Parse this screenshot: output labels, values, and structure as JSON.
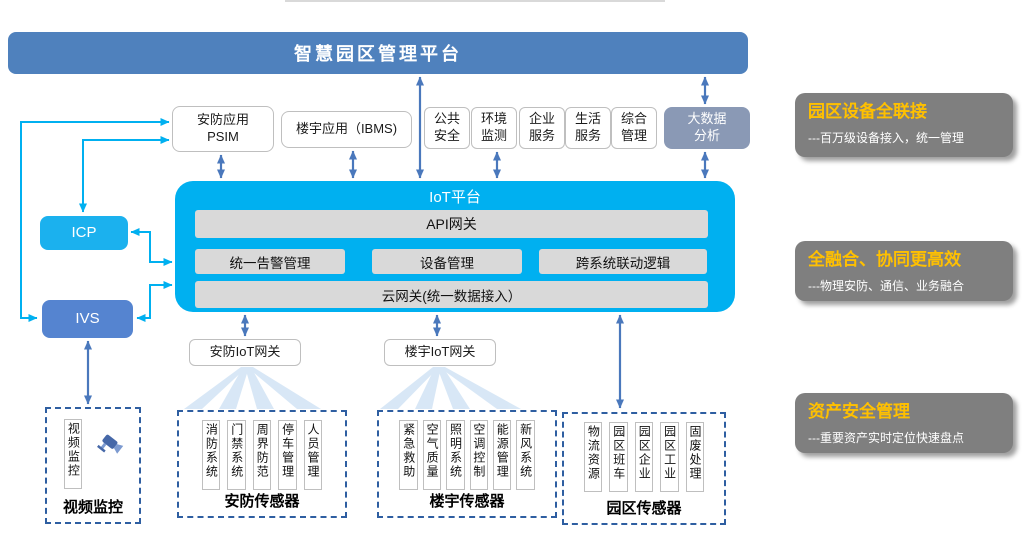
{
  "banner": {
    "title": "智慧园区管理平台"
  },
  "top_apps": {
    "psim": "安防应用\nPSIM",
    "ibms": "楼宇应用（IBMS)",
    "small": [
      "公共\n安全",
      "环境\n监测",
      "企业\n服务",
      "生活\n服务",
      "综合\n管理"
    ],
    "bigdata": "大数据\n分析"
  },
  "left_nodes": {
    "icp": "ICP",
    "ivs": "IVS"
  },
  "iot": {
    "title": "IoT平台",
    "api_gateway": "API网关",
    "modules": [
      "统一告警管理",
      "设备管理",
      "跨系统联动逻辑"
    ],
    "cloud_gateway": "云网关(统一数据接入）"
  },
  "gateways": {
    "security": "安防IoT网关",
    "building": "楼宇IoT网关"
  },
  "sensor_groups": [
    {
      "label": "视频监控",
      "items": [
        "视频监控"
      ]
    },
    {
      "label": "安防传感器",
      "items": [
        "消防系统",
        "门禁系统",
        "周界防范",
        "停车管理",
        "人员管理"
      ]
    },
    {
      "label": "楼宇传感器",
      "items": [
        "紧急救助",
        "空气质量",
        "照明系统",
        "空调控制",
        "能源管理",
        "新风系统"
      ]
    },
    {
      "label": "园区传感器",
      "items": [
        "物流资源",
        "园区班车",
        "园区企业",
        "园区工业",
        "固废处理"
      ]
    }
  ],
  "right_panels": [
    {
      "title": "园区设备全联接",
      "desc": "---百万级设备接入，统一管理"
    },
    {
      "title": "全融合、协同更高效",
      "desc": "---物理安防、通信、业务融合"
    },
    {
      "title": "资产安全管理",
      "desc": "---重要资产实时定位快速盘点"
    }
  ],
  "colors": {
    "banner_blue": "#4F81BD",
    "platform_cyan": "#00B0F0",
    "icp_cyan": "#1BB1EE",
    "ivs_blue": "#5584D0",
    "bigdata_gray_blue": "#8A99B5",
    "module_gray": "#D9D9D9",
    "panel_gray": "#7F7F7F",
    "panel_title_orange": "#FFC000",
    "arrow_blue": "#4A78BC",
    "connector_cyan": "#00B0F0",
    "dashed_border_blue": "#2E5EA1"
  }
}
